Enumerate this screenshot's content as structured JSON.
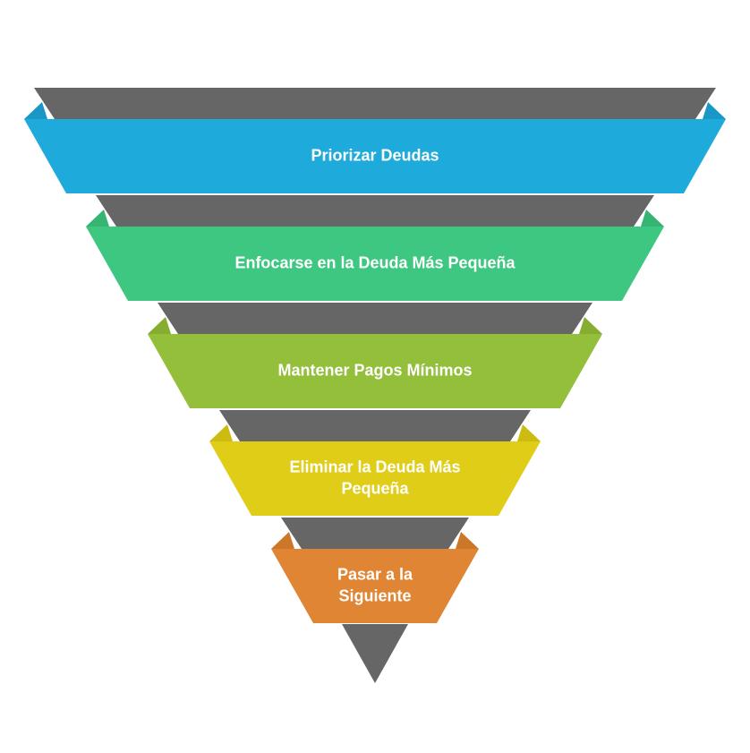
{
  "diagram": {
    "type": "funnel",
    "connector_color": "#666666",
    "stages": [
      {
        "lines": [
          "Priorizar Deudas"
        ],
        "color": "#1eaadb",
        "shade": "#1a97c4"
      },
      {
        "lines": [
          "Enfocarse en la Deuda Más Pequeña"
        ],
        "color": "#3ec781",
        "shade": "#36b472"
      },
      {
        "lines": [
          "Mantener Pagos Mínimos"
        ],
        "color": "#93bf3b",
        "shade": "#84ad32"
      },
      {
        "lines": [
          "Eliminar la Deuda Más",
          "Pequeña"
        ],
        "color": "#e0cd18",
        "shade": "#cdbb12"
      },
      {
        "lines": [
          "Pasar a la",
          "Siguiente"
        ],
        "color": "#e08533",
        "shade": "#cc762a"
      }
    ]
  }
}
